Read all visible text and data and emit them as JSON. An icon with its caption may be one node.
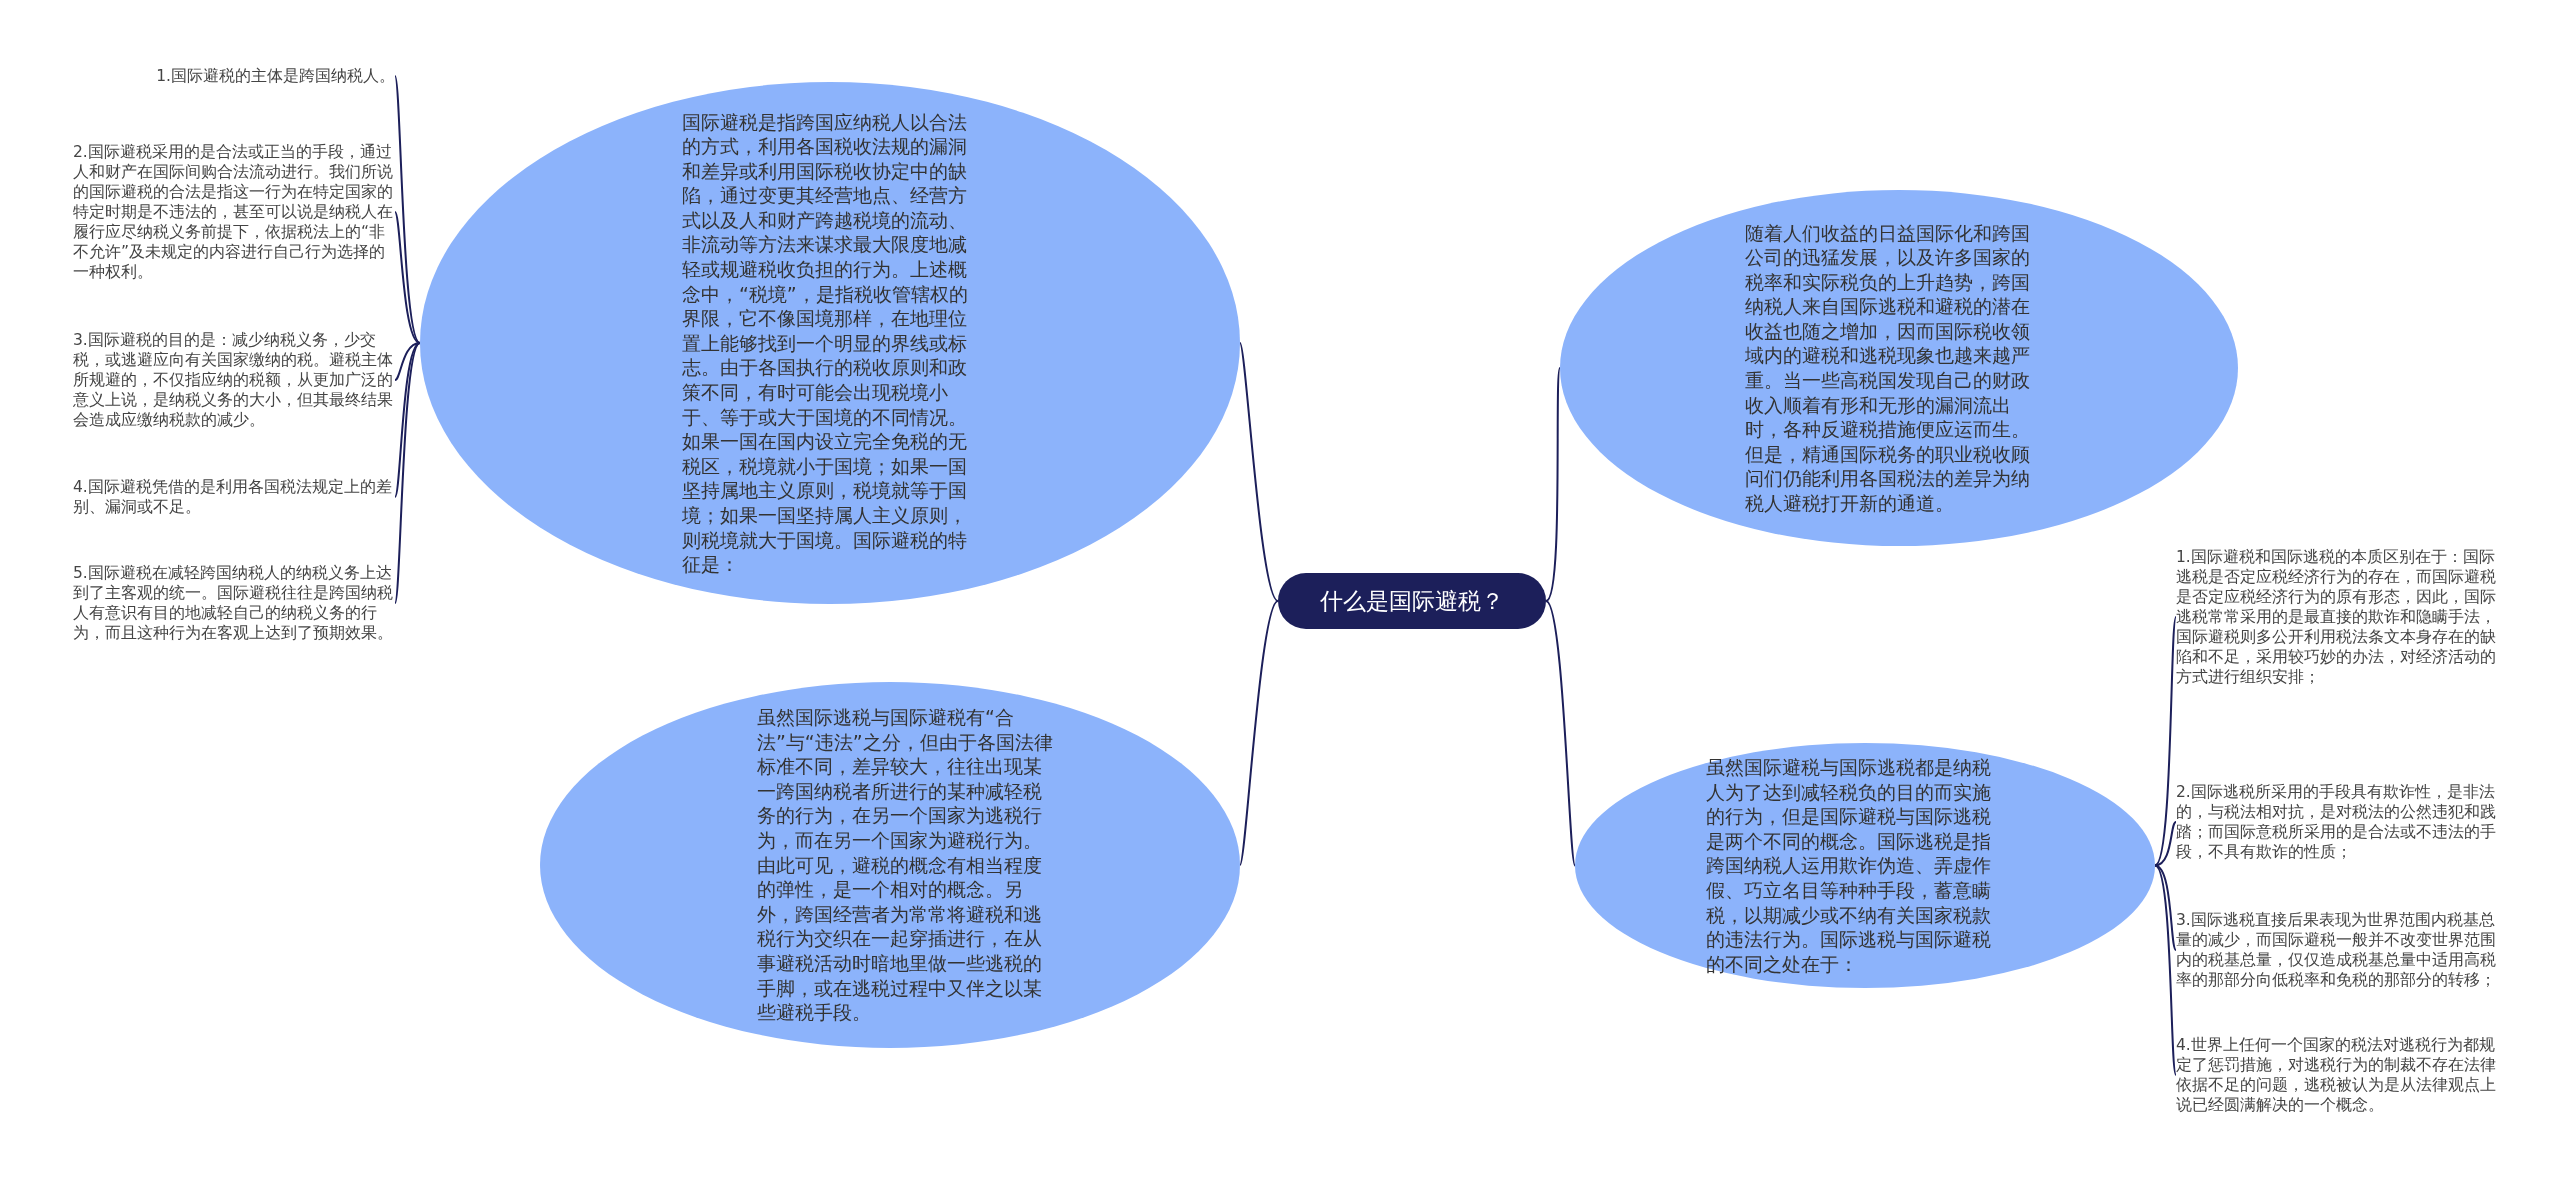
{
  "diagram": {
    "nodes": [
      {
        "text": [
          "什么是国际避税？"
        ]
      },
      {
        "text": [
          "国际避税是指跨国应纳税人以合法的方式，利用各国税收法规的漏洞和差异或利用国际税收协定中的缺陷，通过变更其经营地点、经营方式以及人和财产跨越税境的流动、非流动等方法来谋求最大限度地减轻或规避税收负担的行为。上述概念中，“税境”，是指税收管辖权的界限，它不像国境那样，在地理位置上能够找到一个明显的界线或标志。由于各国执行的税收原则和政策不同，有时可能会出现税境小于、等于或大于国境的不同情况。如果一国在国内设立完全免税的无税区，税境就小于国境；如果一国坚持属地主义原则，税境就等于国境；如果一国坚持属人主义原则，则税境就大于国境。国际避税的特征是："
        ]
      },
      {
        "text": [
          "1.国际避税的主体是跨国纳税人。"
        ]
      },
      {
        "text": [
          "2.国际避税采用的是合法或正当的手段，通过人和财产在国际间购合法流动进行。我们所说的国际避税的合法是指这一行为在特定国家的特定时期是不违法的，甚至可以说是纳税人在履行应尽纳税义务前提下，依据税法上的“非不允许”及未规定的内容进行自己行为选择的一种权利。"
        ]
      },
      {
        "text": [
          "3.国际避税的目的是：减少纳税义务，少交税，或逃避应向有关国家缴纳的税。避税主体所规避的，不仅指应纳的税额，从更加广泛的意义上说，是纳税义务的大小，但其最终结果会造成应缴纳税款的减少。"
        ]
      },
      {
        "text": [
          "4.国际避税凭借的是利用各国税法规定上的差别、漏洞或不足。"
        ]
      },
      {
        "text": [
          "5.国际避税在减轻跨国纳税人的纳税义务上达到了主客观的统一。国际避税往往是跨国纳税人有意识有目的地减轻自己的纳税义务的行为，而且这种行为在客观上达到了预期效果。"
        ]
      },
      {
        "text": [
          "虽然国际逃税与国际避税有“合法”与“违法”之分，但由于各国法律标准不同，差异较大，往往出现某一跨国纳税者所进行的某种减轻税务的行为，在另一个国家为逃税行为，而在另一个国家为避税行为。由此可见，避税的概念有相当程度的弹性，是一个相对的概念。另外，跨国经营者为常常将避税和逃税行为交织在一起穿插进行，在从事避税活动时暗地里做一些逃税的手脚，或在逃税过程中又伴之以某些避税手段。"
        ]
      },
      {
        "text": [
          "随着人们收益的日益国际化和跨国公司的迅猛发展，以及许多国家的税率和实际税负的上升趋势，跨国纳税人来自国际逃税和避税的潜在收益也随之增加，因而国际税收领域内的避税和逃税现象也越来越严重。当一些高税国发现自己的财政收入顺着有形和无形的漏洞流出时，各种反避税措施便应运而生。但是，精通国际税务的职业税收顾问们仍能利用各国税法的差异为纳税人避税打开新的通道。"
        ]
      },
      {
        "text": [
          "虽然国际避税与国际逃税都是纳税人为了达到减轻税负的目的而实施的行为，但是国际避税与国际逃税是两个不同的概念。国际逃税是指跨国纳税人运用欺诈伪造、弄虚作假、巧立名目等种种手段，蓄意瞒税，以期减少或不纳有关国家税款的违法行为。国际逃税与国际避税的不同之处在于："
        ]
      },
      {
        "text": [
          "1.国际避税和国际逃税的本质区别在于：国际逃税是否定应税经济行为的存在，而国际避税是否定应税经济行为的原有形态，因此，国际逃税常常采用的是最直接的欺诈和隐瞒手法，国际避税则多公开利用税法条文本身存在的缺陷和不足，采用较巧妙的办法，对经济活动的方式进行组织安排；"
        ]
      },
      {
        "text": [
          "2.国际逃税所采用的手段具有欺诈性，是非法的，与税法相对抗，是对税法的公然违犯和践踏；而国际意税所采用的是合法或不违法的手段，不具有欺诈的性质；"
        ]
      },
      {
        "text": [
          "3.国际逃税直接后果表现为世界范围内税基总量的减少，而国际避税一般并不改变世界范围内的税基总量，仅仅造成税基总量中适用高税率的那部分向低税率和免税的那部分的转移；"
        ]
      },
      {
        "text": [
          "4.世界上任何一个国家的税法对逃税行为都规定了惩罚措施，对逃税行为的制裁不存在法律依据不足的问题，逃税被认为是从法律观点上说已经圆满解决的一个概念。"
        ]
      }
    ],
    "edges": [
      {
        "from": 0,
        "to": 1,
        "arrow": "none"
      },
      {
        "from": 1,
        "to": 2,
        "arrow": "none"
      },
      {
        "from": 1,
        "to": 3,
        "arrow": "none"
      },
      {
        "from": 1,
        "to": 4,
        "arrow": "none"
      },
      {
        "from": 1,
        "to": 5,
        "arrow": "none"
      },
      {
        "from": 1,
        "to": 6,
        "arrow": "none"
      },
      {
        "from": 0,
        "to": 7,
        "arrow": "none"
      },
      {
        "from": 0,
        "to": 8,
        "arrow": "none"
      },
      {
        "from": 0,
        "to": 9,
        "arrow": "none"
      },
      {
        "from": 9,
        "to": 10,
        "arrow": "none"
      },
      {
        "from": 9,
        "to": 11,
        "arrow": "none"
      },
      {
        "from": 9,
        "to": 12,
        "arrow": "none"
      },
      {
        "from": 9,
        "to": 13,
        "arrow": "none"
      }
    ]
  }
}
